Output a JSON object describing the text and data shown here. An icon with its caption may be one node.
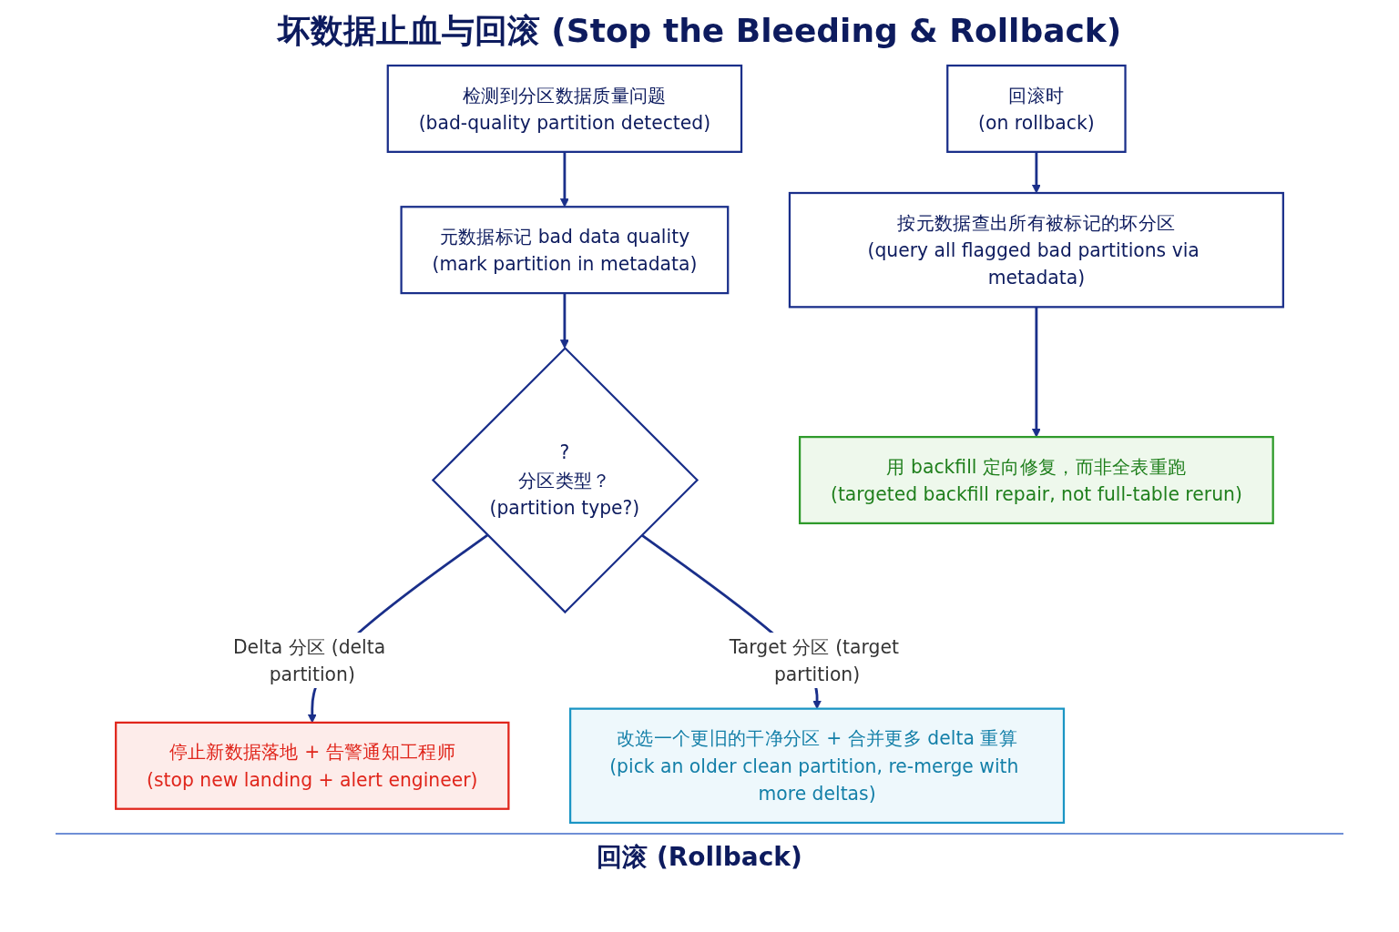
{
  "diagram": {
    "title": "坏数据止血与回滚 (Stop the Bleeding & Rollback)",
    "nodes": [
      {
        "text": [
          "检测到分区数据质量问题",
          "(bad-quality partition detected)"
        ]
      },
      {
        "text": [
          "元数据标记 bad data quality",
          "(mark partition in metadata)"
        ]
      },
      {
        "text": [
          "?",
          "分区类型？",
          "(partition type?)"
        ]
      },
      {
        "text": [
          "停止新数据落地 + 告警通知工程师",
          "(stop new landing + alert engineer)"
        ]
      },
      {
        "text": [
          "改选一个更旧的干净分区 + 合并更多 delta 重算",
          "(pick an older clean partition, re-merge with more deltas)"
        ]
      },
      {
        "text": [
          "回滚时",
          "(on rollback)"
        ]
      },
      {
        "text": [
          "按元数据查出所有被标记的坏分区",
          "(query all flagged bad partitions via metadata)"
        ]
      },
      {
        "text": [
          "用 backfill 定向修复，而非全表重跑",
          "(targeted backfill repair, not full-table rerun)"
        ]
      }
    ],
    "edges": [
      {
        "from": 0,
        "to": 1,
        "arrow": "to"
      },
      {
        "from": 1,
        "to": 2,
        "arrow": "to"
      },
      {
        "from": 2,
        "to": 3,
        "arrow": "to",
        "label": "Delta 分区 (delta partition)"
      },
      {
        "from": 2,
        "to": 4,
        "arrow": "to",
        "label": "Target 分区 (target partition)"
      },
      {
        "from": 5,
        "to": 6,
        "arrow": "to"
      },
      {
        "from": 6,
        "to": 7,
        "arrow": "to"
      }
    ],
    "labels": [
      "回滚 (Rollback)"
    ]
  }
}
